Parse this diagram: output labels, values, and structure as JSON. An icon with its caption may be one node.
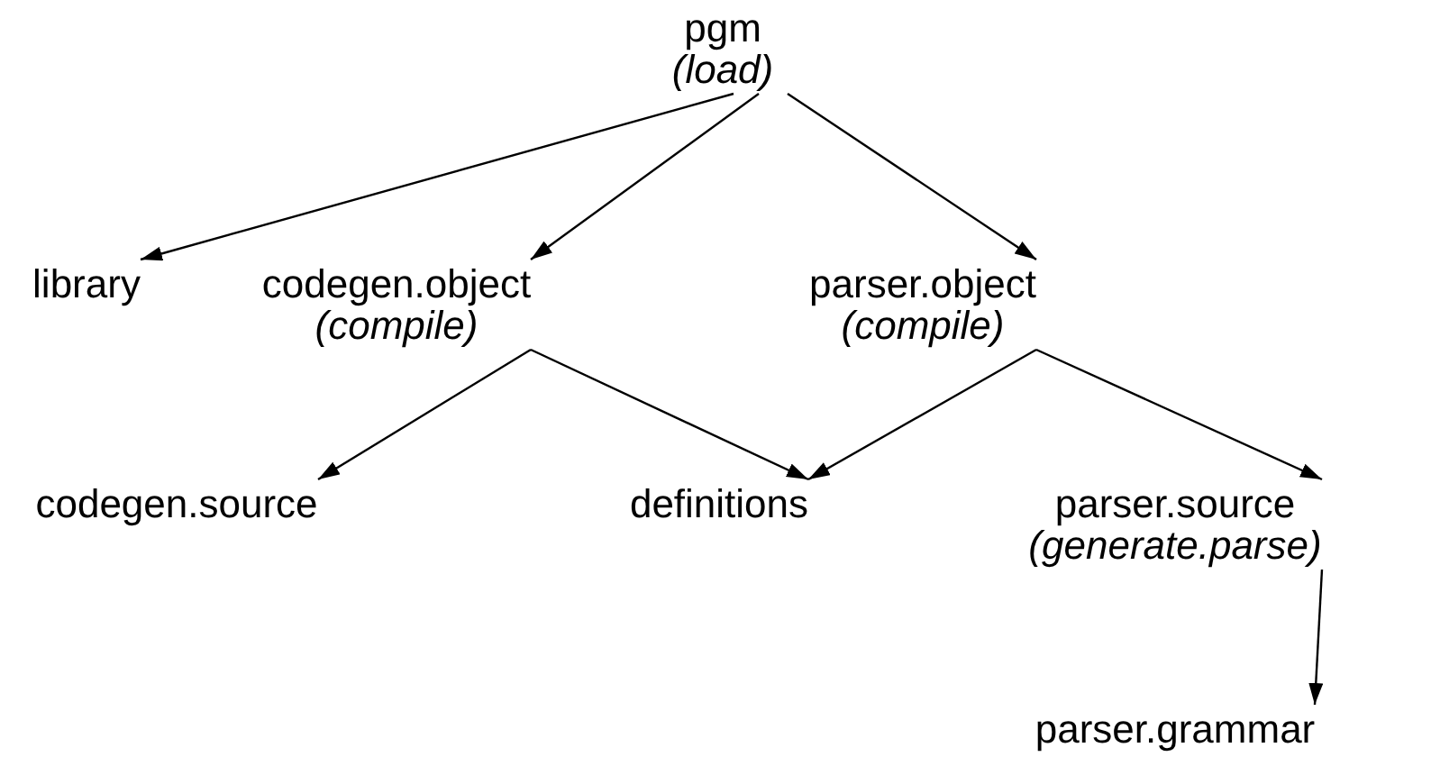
{
  "diagram": {
    "nodes": [
      {
        "text": [
          "pgm",
          "(load)"
        ]
      },
      {
        "text": [
          "library"
        ]
      },
      {
        "text": [
          "codegen.object",
          "(compile)"
        ]
      },
      {
        "text": [
          "parser.object",
          "(compile)"
        ]
      },
      {
        "text": [
          "codegen.source"
        ]
      },
      {
        "text": [
          "definitions"
        ]
      },
      {
        "text": [
          "parser.source",
          "(generate.parse)"
        ]
      },
      {
        "text": [
          "parser.grammar"
        ]
      }
    ],
    "edges": [
      {
        "from": 0,
        "to": 1,
        "arrow": "to"
      },
      {
        "from": 0,
        "to": 2,
        "arrow": "to"
      },
      {
        "from": 0,
        "to": 3,
        "arrow": "to"
      },
      {
        "from": 2,
        "to": 4,
        "arrow": "to"
      },
      {
        "from": 2,
        "to": 5,
        "arrow": "to"
      },
      {
        "from": 3,
        "to": 5,
        "arrow": "to"
      },
      {
        "from": 3,
        "to": 6,
        "arrow": "to"
      },
      {
        "from": 6,
        "to": 7,
        "arrow": "to"
      }
    ]
  }
}
